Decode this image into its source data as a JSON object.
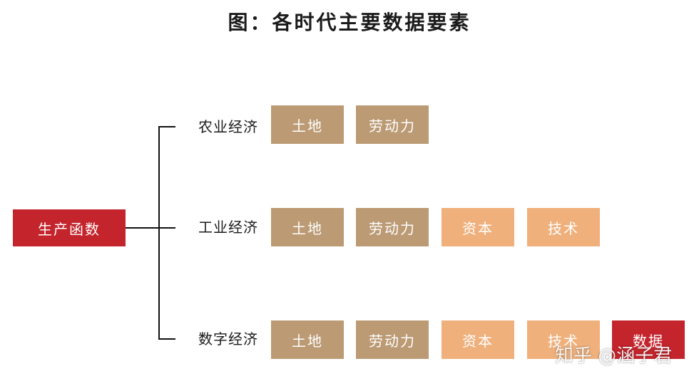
{
  "title": "图：各时代主要数据要素",
  "root": {
    "label": "生产函数",
    "color": "#c4242c"
  },
  "colors": {
    "traditional": "#bb9a74",
    "modern": "#efb07c",
    "data": "#c4242c",
    "line": "#111111"
  },
  "rows": [
    {
      "label": "农业经济",
      "factors": [
        {
          "label": "土地",
          "kind": "traditional"
        },
        {
          "label": "劳动力",
          "kind": "traditional"
        }
      ]
    },
    {
      "label": "工业经济",
      "factors": [
        {
          "label": "土地",
          "kind": "traditional"
        },
        {
          "label": "劳动力",
          "kind": "traditional"
        },
        {
          "label": "资本",
          "kind": "modern"
        },
        {
          "label": "技术",
          "kind": "modern"
        }
      ]
    },
    {
      "label": "数字经济",
      "factors": [
        {
          "label": "土地",
          "kind": "traditional"
        },
        {
          "label": "劳动力",
          "kind": "traditional"
        },
        {
          "label": "资本",
          "kind": "modern"
        },
        {
          "label": "技术",
          "kind": "modern"
        },
        {
          "label": "数据",
          "kind": "data"
        }
      ]
    }
  ],
  "watermark": "知乎 @涵子君"
}
